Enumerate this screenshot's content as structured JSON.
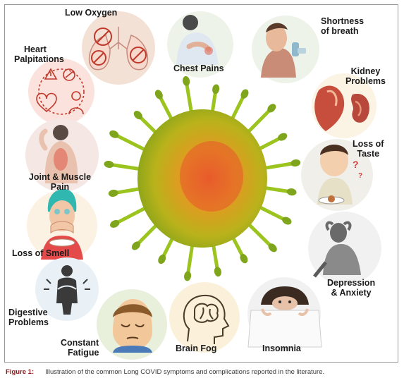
{
  "symptoms": [
    {
      "id": "low-oxygen",
      "label": "Low Oxygen",
      "icon": "lungs-icon",
      "bg": "#f4e1d6"
    },
    {
      "id": "chest-pains",
      "label": "Chest Pains",
      "icon": "chest-pain-person-icon",
      "bg": "#eef3ea"
    },
    {
      "id": "shortness-of-breath",
      "label": "Shortness of breath",
      "lines": [
        "Shortness",
        "of breath"
      ],
      "icon": "inhaler-person-icon",
      "bg": "#eef3ea"
    },
    {
      "id": "heart-palpitations",
      "label": "Heart Palpitations",
      "lines": [
        "Heart",
        "Palpitations"
      ],
      "icon": "heart-warning-icon",
      "bg": "#fbe2dc"
    },
    {
      "id": "kidney-problems",
      "label": "Kidney Problems",
      "lines": [
        "Kidney",
        "Problems"
      ],
      "icon": "heart-kidney-icon",
      "bg": "#fbf4e4"
    },
    {
      "id": "joint-muscle-pain",
      "label": "Joint & Muscle Pain",
      "lines": [
        "Joint & Muscle",
        "Pain"
      ],
      "icon": "back-pain-icon",
      "bg": "#f4e7e4"
    },
    {
      "id": "loss-of-taste",
      "label": "Loss of Taste",
      "lines": [
        "Loss of",
        "Taste"
      ],
      "icon": "eating-person-icon",
      "bg": "#f1efea"
    },
    {
      "id": "loss-of-smell",
      "label": "Loss of Smell",
      "icon": "nose-blocked-icon",
      "bg": "#fbf2e3"
    },
    {
      "id": "depression-anxiety",
      "label": "Depression & Anxiety",
      "lines": [
        "Depression",
        "& Anxiety"
      ],
      "icon": "sad-person-icon",
      "bg": "#f1f1f1"
    },
    {
      "id": "digestive-problems",
      "label": "Digestive Problems",
      "lines": [
        "Digestive",
        "Problems"
      ],
      "icon": "stomach-pain-icon",
      "bg": "#e9f1f6"
    },
    {
      "id": "constant-fatigue",
      "label": "Constant Fatigue",
      "lines": [
        "Constant",
        "Fatigue"
      ],
      "icon": "tired-face-icon",
      "bg": "#e8efdb"
    },
    {
      "id": "brain-fog",
      "label": "Brain Fog",
      "icon": "brain-head-icon",
      "bg": "#fbf1da"
    },
    {
      "id": "insomnia",
      "label": "Insomnia",
      "icon": "awake-in-bed-icon",
      "bg": "#f1f1f1"
    }
  ],
  "caption": {
    "figure_label": "Figure 1:",
    "text": "Illustration of the common Long COVID symptoms and complications reported in the literature."
  },
  "colors": {
    "virus_core": "#c9a11a",
    "virus_center": "#e2642a",
    "virus_spike": "#9bc41f",
    "figure_label": "#8a1a1a"
  }
}
